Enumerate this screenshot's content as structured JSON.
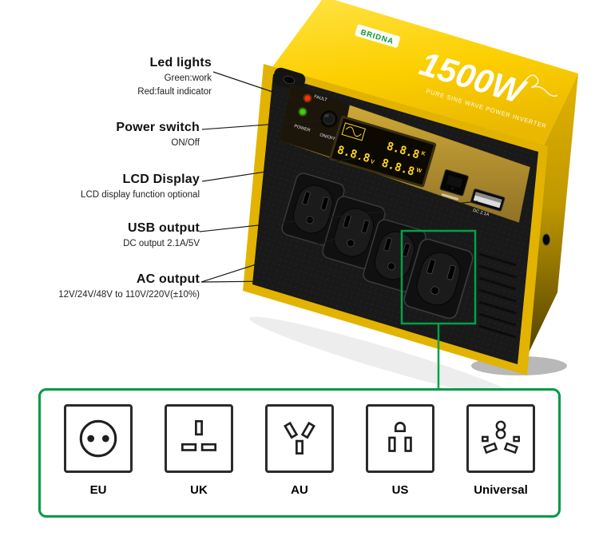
{
  "annotations": [
    {
      "title": "Led lights",
      "line1": "Green:work",
      "line2": "Red:fault indicator"
    },
    {
      "title": "Power switch",
      "line1": "ON/Off"
    },
    {
      "title": "LCD Display",
      "line1": "LCD display function optional"
    },
    {
      "title": "USB output",
      "line1": "DC output 2.1A/5V"
    },
    {
      "title": "AC output",
      "line1": "12V/24V/48V to 110V/220V(±10%)"
    }
  ],
  "product": {
    "brand": "BRIDNA",
    "model_power": "1500W",
    "tagline": "PURE SINE WAVE POWER INVERTER",
    "panel": {
      "led_fault_label": "FAULT",
      "led_power_label": "POWER",
      "switch_label": "ON/OFF",
      "usb_label": "DC 2.1A"
    },
    "lcd": {
      "left_digits": "8.8.8",
      "left_unit": "V",
      "right_top_digits": "8.8.8",
      "right_top_unit": "K",
      "right_bottom_digits": "8.8.8",
      "right_bottom_unit": "W"
    }
  },
  "plug_panel": {
    "items": [
      {
        "id": "eu",
        "label": "EU"
      },
      {
        "id": "uk",
        "label": "UK"
      },
      {
        "id": "au",
        "label": "AU"
      },
      {
        "id": "us",
        "label": "US"
      },
      {
        "id": "universal",
        "label": "Universal"
      }
    ]
  },
  "colors": {
    "accent_green": "#009a44",
    "body_yellow": "#fccf00",
    "led_red": "#ff3000",
    "led_green": "#3ed400",
    "lcd_yellow": "#ffd61f"
  }
}
